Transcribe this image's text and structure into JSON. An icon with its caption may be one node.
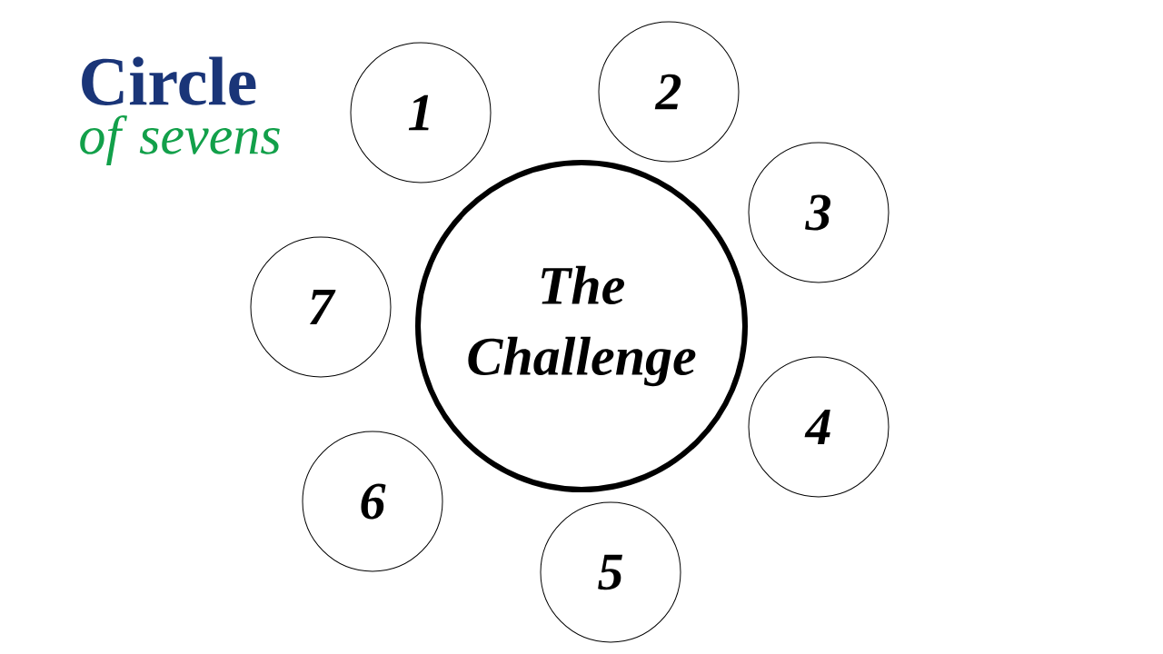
{
  "diagram": {
    "title": "**Circle** *of sevens*",
    "nodes": [
      {
        "text": [
          "The Challenge"
        ]
      },
      {
        "text": [
          "1"
        ]
      },
      {
        "text": [
          "2"
        ]
      },
      {
        "text": [
          "3"
        ]
      },
      {
        "text": [
          "4"
        ]
      },
      {
        "text": [
          "5"
        ]
      },
      {
        "text": [
          "6"
        ]
      },
      {
        "text": [
          "7"
        ]
      }
    ]
  }
}
